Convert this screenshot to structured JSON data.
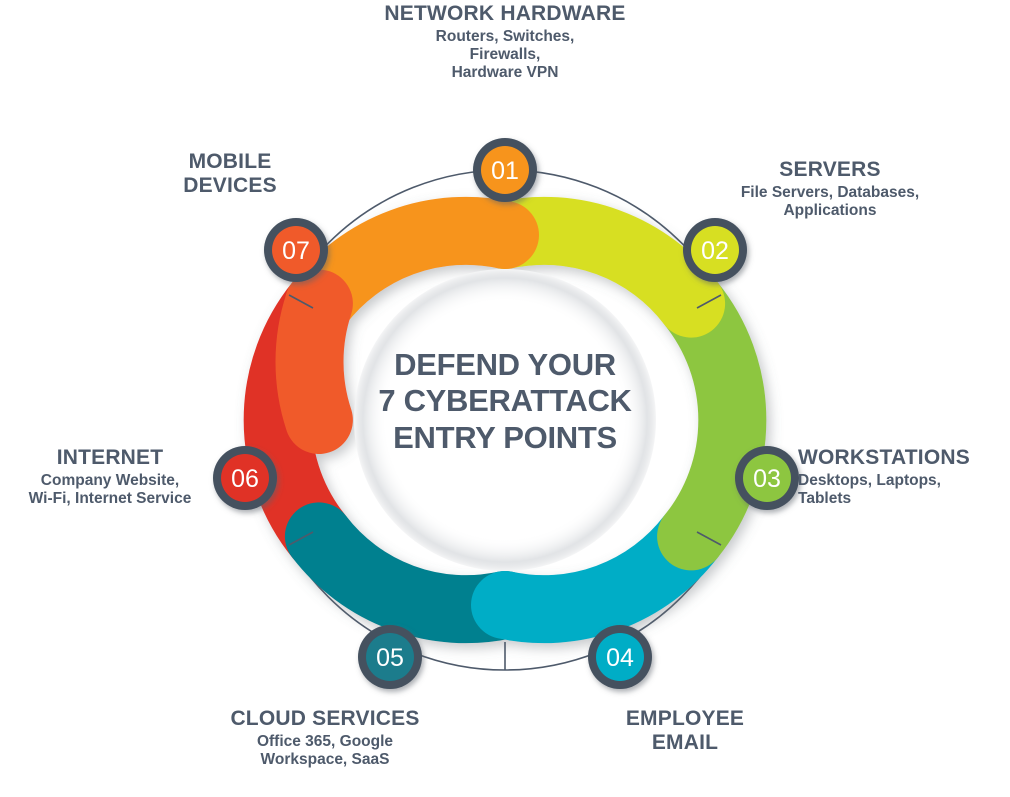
{
  "center": {
    "lines": [
      "DEFEND YOUR",
      "7 CYBERATTACK",
      "ENTRY POINTS"
    ]
  },
  "colors": {
    "text": "#4e5a6b",
    "ring_outline": "#4e5a6b",
    "badge_ring": "#44515f",
    "segment_01": "#F7941E",
    "segment_02": "#D7DF23",
    "segment_03": "#8DC63F",
    "segment_04": "#00ADC6",
    "segment_05": "#00808F",
    "segment_06": "#E03127",
    "segment_07": "#F05A2B"
  },
  "items": [
    {
      "number": "01",
      "title": "NETWORK HARDWARE",
      "subtitle_lines": [
        "Routers, Switches,",
        "Firewalls,",
        "Hardware VPN"
      ],
      "color": "#F7941E"
    },
    {
      "number": "02",
      "title": "SERVERS",
      "subtitle_lines": [
        "File Servers, Databases,",
        "Applications"
      ],
      "color": "#D7DF23"
    },
    {
      "number": "03",
      "title": "WORKSTATIONS",
      "subtitle_lines": [
        "Desktops, Laptops,",
        "Tablets"
      ],
      "color": "#8DC63F"
    },
    {
      "number": "04",
      "title_lines": [
        "EMPLOYEE",
        "EMAIL"
      ],
      "title": "EMPLOYEE EMAIL",
      "subtitle_lines": [],
      "color": "#00ADC6"
    },
    {
      "number": "05",
      "title": "CLOUD SERVICES",
      "subtitle_lines": [
        "Office 365, Google",
        "Workspace, SaaS"
      ],
      "color": "#00808F"
    },
    {
      "number": "06",
      "title": "INTERNET",
      "subtitle_lines": [
        "Company Website,",
        "Wi-Fi, Internet Service"
      ],
      "color": "#E03127"
    },
    {
      "number": "07",
      "title_lines": [
        "MOBILE",
        "DEVICES"
      ],
      "title": "MOBILE DEVICES",
      "subtitle_lines": [],
      "color": "#F05A2B"
    }
  ],
  "chart_data": {
    "type": "pie",
    "title": "DEFEND YOUR 7 CYBERATTACK ENTRY POINTS",
    "categories": [
      "NETWORK HARDWARE",
      "SERVERS",
      "WORKSTATIONS",
      "EMPLOYEE EMAIL",
      "CLOUD SERVICES",
      "INTERNET",
      "MOBILE DEVICES"
    ],
    "values": [
      1,
      1,
      1,
      1,
      1,
      1,
      1
    ],
    "labels": [
      "01",
      "02",
      "03",
      "04",
      "05",
      "06",
      "07"
    ],
    "colors": [
      "#F7941E",
      "#D7DF23",
      "#8DC63F",
      "#00ADC6",
      "#00808F",
      "#E03127",
      "#F05A2B"
    ],
    "legend": "none",
    "grid": false
  }
}
